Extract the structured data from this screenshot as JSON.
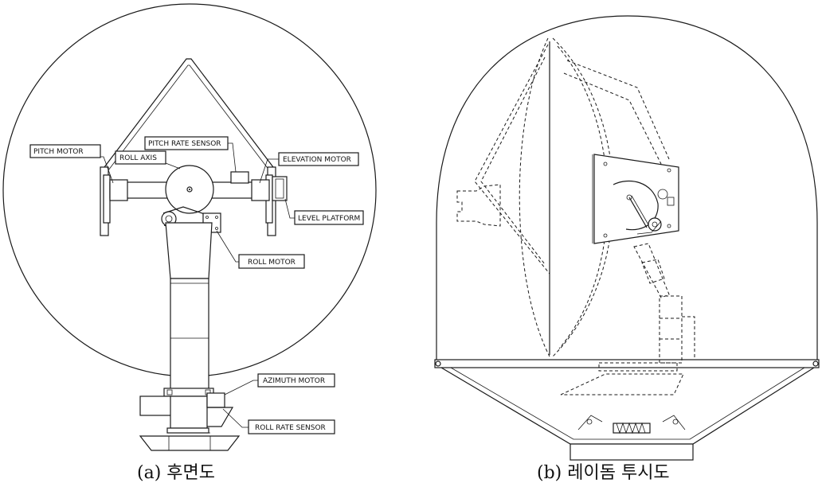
{
  "panel_a": {
    "labels": {
      "pitch_rate_sensor": "PITCH RATE SENSOR",
      "pitch_motor": "PITCH MOTOR",
      "roll_axis": "ROLL AXIS",
      "elevation_motor": "ELEVATION MOTOR",
      "level_platform": "LEVEL PLATFORM",
      "roll_motor": "ROLL MOTOR",
      "azimuth_motor": "AZIMUTH MOTOR",
      "roll_rate_sensor": "ROLL RATE SENSOR"
    },
    "caption": "(a) 후면도"
  },
  "panel_b": {
    "caption": "(b) 레이돔 투시도"
  }
}
